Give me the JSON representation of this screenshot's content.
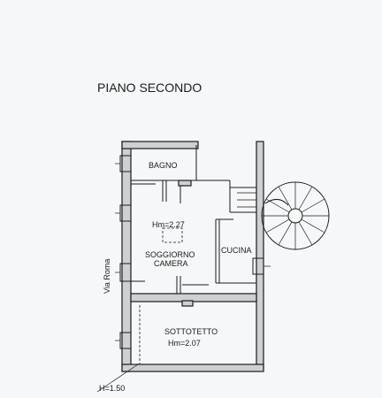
{
  "plan": {
    "title": "PIANO SECONDO",
    "street_label": "Via Roma",
    "rooms": [
      {
        "id": "bagno",
        "name": "BAGNO"
      },
      {
        "id": "hm1",
        "name": "Hm=2.27"
      },
      {
        "id": "soggiorno",
        "name": "SOGGIORNO"
      },
      {
        "id": "camera",
        "name": "CAMERA"
      },
      {
        "id": "cucina",
        "name": "CUCINA"
      },
      {
        "id": "sottotetto",
        "name": "SOTTOTETTO"
      },
      {
        "id": "hm2",
        "name": "Hm=2.07"
      }
    ],
    "height_note": "H=1.50",
    "colors": {
      "background": "#f6f7f8",
      "wall_fill": "#cfd0d2",
      "line": "#1b1b1b"
    }
  }
}
